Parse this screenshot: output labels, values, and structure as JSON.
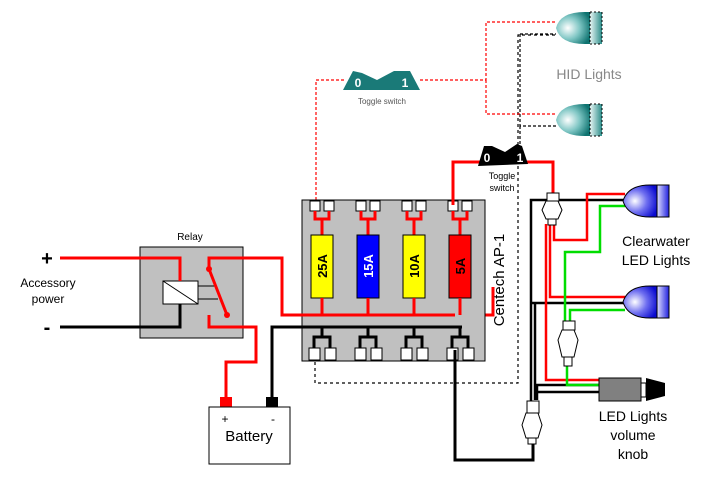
{
  "relay": {
    "title": "Relay"
  },
  "accessory": {
    "plus": "+",
    "minus": "-",
    "label_line1": "Accessory",
    "label_line2": "power"
  },
  "battery": {
    "label": "Battery",
    "plus": "+",
    "minus": "-"
  },
  "fuse_box": {
    "name": "Centech AP-1",
    "fuses": [
      {
        "label": "25A",
        "color": "#ffff00",
        "text_color": "#000000"
      },
      {
        "label": "15A",
        "color": "#0000ff",
        "text_color": "#ffffff"
      },
      {
        "label": "10A",
        "color": "#ffff00",
        "text_color": "#000000"
      },
      {
        "label": "5A",
        "color": "#ff0000",
        "text_color": "#000000"
      }
    ]
  },
  "toggle_hid": {
    "off": "0",
    "on": "1",
    "label": "Toggle switch",
    "color": "#1a7a78"
  },
  "toggle_led": {
    "off": "0",
    "on": "1",
    "label_line1": "Toggle",
    "label_line2": "switch",
    "color": "#000000"
  },
  "hid_lights": {
    "label": "HID Lights"
  },
  "led_lights": {
    "label_line1": "Clearwater",
    "label_line2": "LED Lights"
  },
  "volume_knob": {
    "label_line1": "LED Lights",
    "label_line2": "volume",
    "label_line3": "knob"
  },
  "colors": {
    "positive_wire": "#ff0000",
    "ground_wire": "#000000",
    "signal_wire": "#00dd00",
    "relay_box": "#c0c0c0",
    "fuse_box": "#c0c0c0"
  }
}
